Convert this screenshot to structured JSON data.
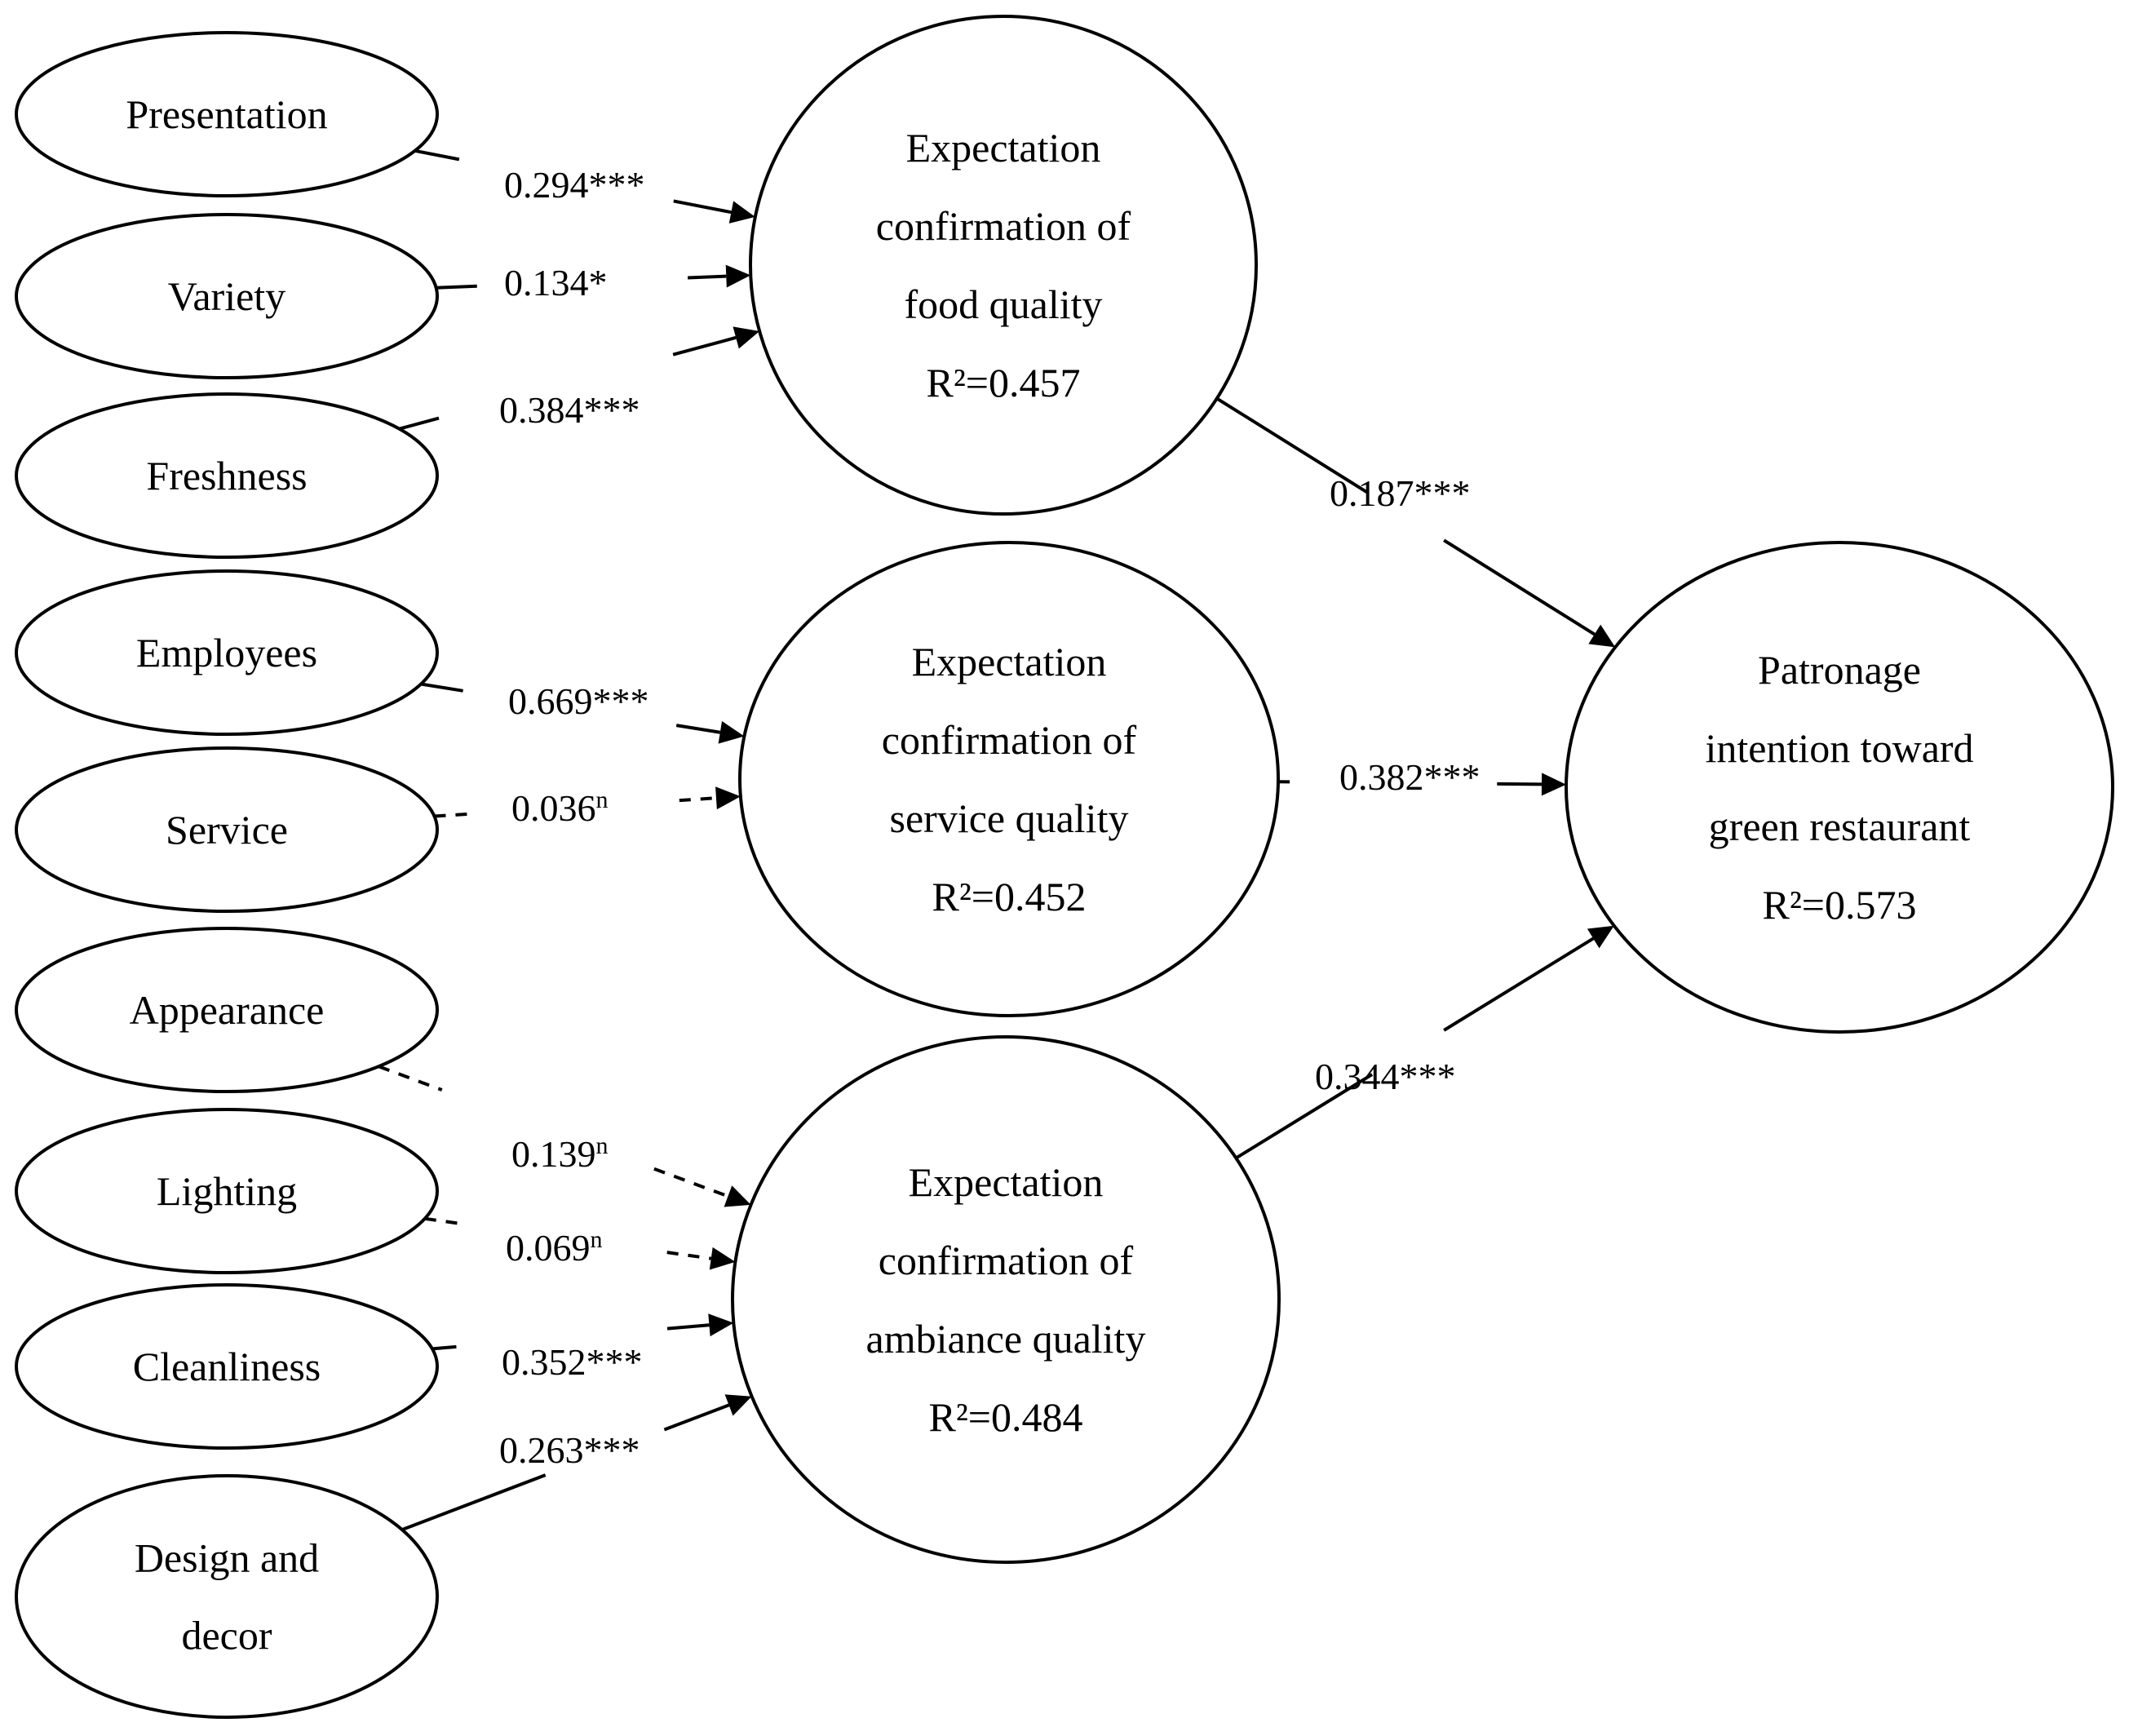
{
  "indicators": [
    {
      "id": "presentation",
      "lines": [
        "Presentation"
      ]
    },
    {
      "id": "variety",
      "lines": [
        "Variety"
      ]
    },
    {
      "id": "freshness",
      "lines": [
        "Freshness"
      ]
    },
    {
      "id": "employees",
      "lines": [
        "Employees"
      ]
    },
    {
      "id": "service",
      "lines": [
        "Service"
      ]
    },
    {
      "id": "appearance",
      "lines": [
        "Appearance"
      ]
    },
    {
      "id": "lighting",
      "lines": [
        "Lighting"
      ]
    },
    {
      "id": "cleanliness",
      "lines": [
        "Cleanliness"
      ]
    },
    {
      "id": "design",
      "lines": [
        "Design and",
        "decor"
      ]
    }
  ],
  "constructs": [
    {
      "id": "food",
      "lines": [
        "Expectation",
        "confirmation of",
        "food quality",
        "R²=0.457"
      ]
    },
    {
      "id": "service_q",
      "lines": [
        "Expectation",
        "confirmation of",
        "service quality",
        "R²=0.452"
      ]
    },
    {
      "id": "ambiance",
      "lines": [
        "Expectation",
        "confirmation of",
        "ambiance quality",
        "R²=0.484"
      ]
    },
    {
      "id": "patronage",
      "lines": [
        "Patronage",
        "intention toward",
        "green restaurant",
        "R²=0.573"
      ]
    }
  ],
  "paths": [
    {
      "from": "presentation",
      "to": "food",
      "coefficient": "0.294",
      "sig": "***",
      "significant": true
    },
    {
      "from": "variety",
      "to": "food",
      "coefficient": "0.134",
      "sig": "*",
      "significant": true
    },
    {
      "from": "freshness",
      "to": "food",
      "coefficient": "0.384",
      "sig": "***",
      "significant": true
    },
    {
      "from": "employees",
      "to": "service_q",
      "coefficient": "0.669",
      "sig": "***",
      "significant": true
    },
    {
      "from": "service",
      "to": "service_q",
      "coefficient": "0.036",
      "sig": "n",
      "significant": false
    },
    {
      "from": "appearance",
      "to": "ambiance",
      "coefficient": "0.139",
      "sig": "n",
      "significant": false
    },
    {
      "from": "lighting",
      "to": "ambiance",
      "coefficient": "0.069",
      "sig": "n",
      "significant": false
    },
    {
      "from": "cleanliness",
      "to": "ambiance",
      "coefficient": "0.352",
      "sig": "***",
      "significant": true
    },
    {
      "from": "design",
      "to": "ambiance",
      "coefficient": "0.263",
      "sig": "***",
      "significant": true
    },
    {
      "from": "food",
      "to": "patronage",
      "coefficient": "0.187",
      "sig": "***",
      "significant": true
    },
    {
      "from": "service_q",
      "to": "patronage",
      "coefficient": "0.382",
      "sig": "***",
      "significant": true
    },
    {
      "from": "ambiance",
      "to": "patronage",
      "coefficient": "0.344",
      "sig": "***",
      "significant": true
    }
  ]
}
